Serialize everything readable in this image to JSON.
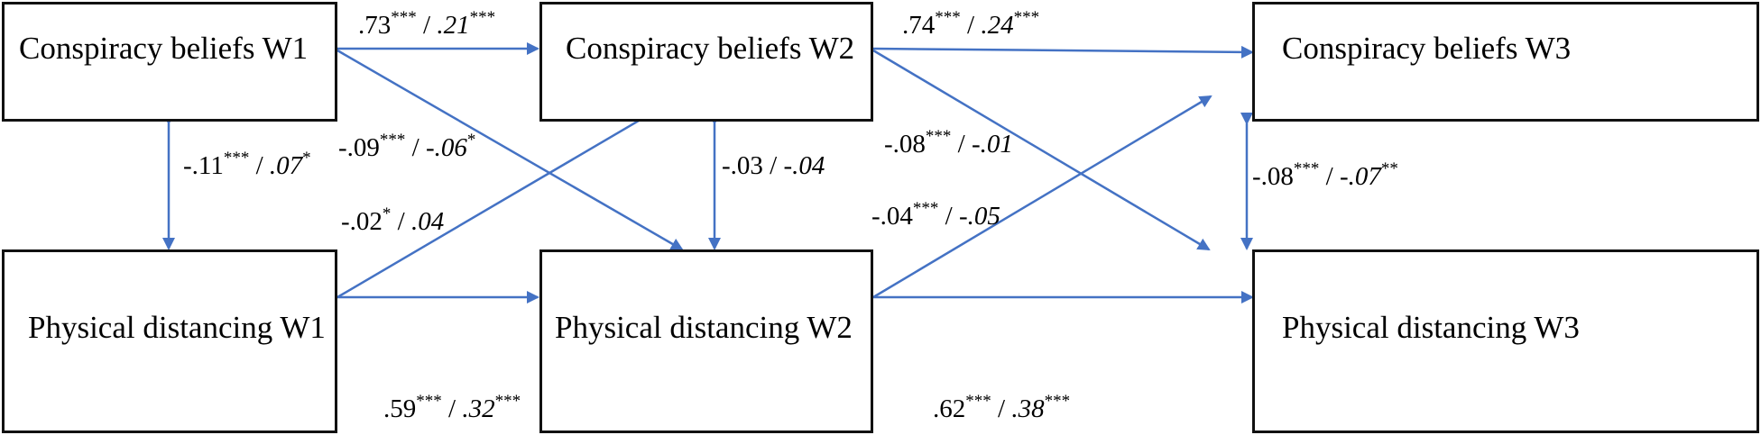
{
  "diagram": {
    "type": "cross-lagged panel model",
    "edge_color": "#4472C4",
    "nodes": {
      "cb_w1": "Conspiracy beliefs W1",
      "cb_w2": "Conspiracy beliefs W2",
      "cb_w3": "Conspiracy beliefs W3",
      "pd_w1": "Physical distancing W1",
      "pd_w2": "Physical distancing W2",
      "pd_w3": "Physical distancing W3"
    },
    "edges": {
      "cb1_cb2": {
        "a": ".73",
        "a_sig": "***",
        "b": ".21",
        "b_sig": "***"
      },
      "cb2_cb3": {
        "a": ".74",
        "a_sig": "***",
        "b": ".24",
        "b_sig": "***"
      },
      "cb1_pd1": {
        "a": "-.11",
        "a_sig": "***",
        "b": ".07",
        "b_sig": "*"
      },
      "cb1_pd2": {
        "a": "-.09",
        "a_sig": "***",
        "b": "-.06",
        "b_sig": "*"
      },
      "pd1_cb2": {
        "a": "-.02",
        "a_sig": "*",
        "b": ".04",
        "b_sig": ""
      },
      "cb2_pd2": {
        "a": "-.03",
        "a_sig": "",
        "b": "-.04",
        "b_sig": ""
      },
      "cb2_pd3": {
        "a": "-.08",
        "a_sig": "***",
        "b": "-.01",
        "b_sig": ""
      },
      "pd2_cb3": {
        "a": "-.04",
        "a_sig": "***",
        "b": "-.05",
        "b_sig": ""
      },
      "cb3_pd3": {
        "a": "-.08",
        "a_sig": "***",
        "b": "-.07",
        "b_sig": "**"
      },
      "pd1_pd2": {
        "a": ".59",
        "a_sig": "***",
        "b": ".32",
        "b_sig": "***"
      },
      "pd2_pd3": {
        "a": ".62",
        "a_sig": "***",
        "b": ".38",
        "b_sig": "***"
      }
    }
  }
}
